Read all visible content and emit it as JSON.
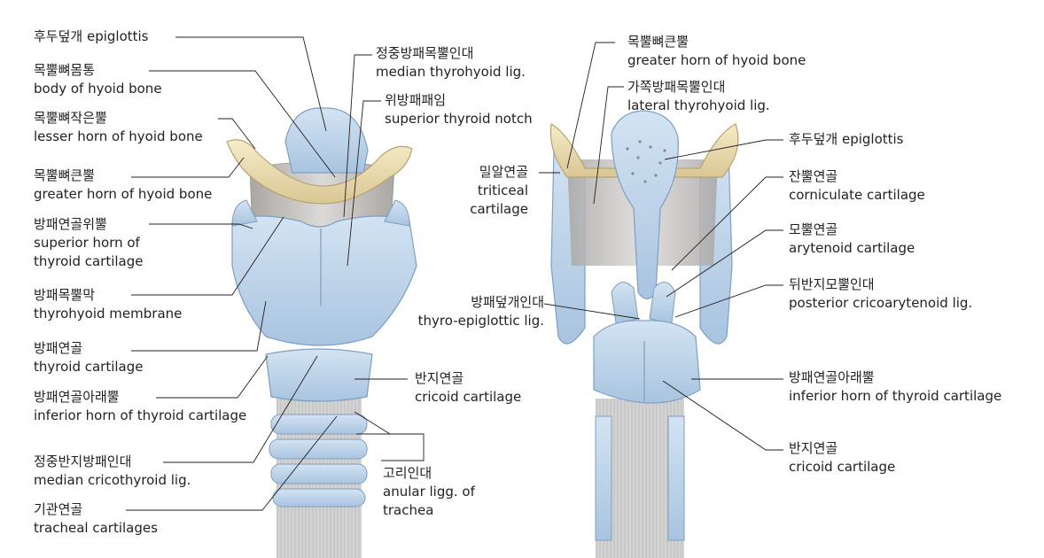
{
  "anterior_view": {
    "labels": [
      {
        "id": "epiglottis",
        "ko": "후두덮개 epiglottis",
        "en": ""
      },
      {
        "id": "body_hyoid",
        "ko": "목뿔뼈몸통",
        "en": "body of hyoid bone"
      },
      {
        "id": "lesser_horn",
        "ko": "목뿔뼈작은뿔",
        "en": "lesser horn of hyoid bone"
      },
      {
        "id": "greater_horn",
        "ko": "목뿔뼈큰뿔",
        "en": "greater horn of hyoid bone"
      },
      {
        "id": "superior_horn",
        "ko": "방패연골위뿔",
        "en": "superior horn of",
        "en2": "thyroid cartilage"
      },
      {
        "id": "thyrohyoid_membrane",
        "ko": "방패목뿔막",
        "en": "thyrohyoid membrane"
      },
      {
        "id": "thyroid_cartilage",
        "ko": "방패연골",
        "en": "thyroid cartilage"
      },
      {
        "id": "inferior_horn",
        "ko": "방패연골아래뿔",
        "en": "inferior horn of thyroid cartilage"
      },
      {
        "id": "median_cricothyroid",
        "ko": "정중반지방패인대",
        "en": "median cricothyroid lig."
      },
      {
        "id": "tracheal_cartilages",
        "ko": "기관연골",
        "en": "tracheal cartilages"
      },
      {
        "id": "median_thyrohyoid",
        "ko": "정중방패목뿔인대",
        "en": "median thyrohyoid lig."
      },
      {
        "id": "superior_notch",
        "ko": "위방패패임",
        "en": "superior thyroid notch"
      },
      {
        "id": "cricoid",
        "ko": "반지연골",
        "en": "cricoid cartilage"
      },
      {
        "id": "anular",
        "ko": "고리인대",
        "en": "anular ligg. of",
        "en2": "trachea"
      }
    ]
  },
  "posterior_view": {
    "labels": [
      {
        "id": "triticeal",
        "ko": "밀알연골",
        "en": "triticeal",
        "en2": "cartilage"
      },
      {
        "id": "greater_horn",
        "ko": "목뿔뼈큰뿔",
        "en": "greater horn of hyoid bone"
      },
      {
        "id": "lateral_thyrohyoid",
        "ko": "가쪽방패목뿔인대",
        "en": "lateral thyrohyoid lig."
      },
      {
        "id": "thyro_epiglottic",
        "ko": "방패덮개인대",
        "en": "thyro-epiglottic lig."
      },
      {
        "id": "epiglottis",
        "ko": "후두덮개 epiglottis",
        "en": ""
      },
      {
        "id": "corniculate",
        "ko": "잔뿔연골",
        "en": "corniculate cartilage"
      },
      {
        "id": "arytenoid",
        "ko": "모뿔연골",
        "en": "arytenoid cartilage"
      },
      {
        "id": "posterior_cricoarytenoid",
        "ko": "뒤반지모뿔인대",
        "en": "posterior cricoarytenoid lig."
      },
      {
        "id": "inferior_horn",
        "ko": "방패연골아래뿔",
        "en": "inferior horn of thyroid cartilage"
      },
      {
        "id": "cricoid",
        "ko": "반지연골",
        "en": "cricoid cartilage"
      }
    ]
  },
  "colors": {
    "cartilage": "#bcd3e8",
    "cartilage_dark": "#8fb0d0",
    "bone": "#efe2b4",
    "membrane": "#c9c6c4",
    "trachea": "#d8d8d8",
    "line": "#231f20"
  }
}
